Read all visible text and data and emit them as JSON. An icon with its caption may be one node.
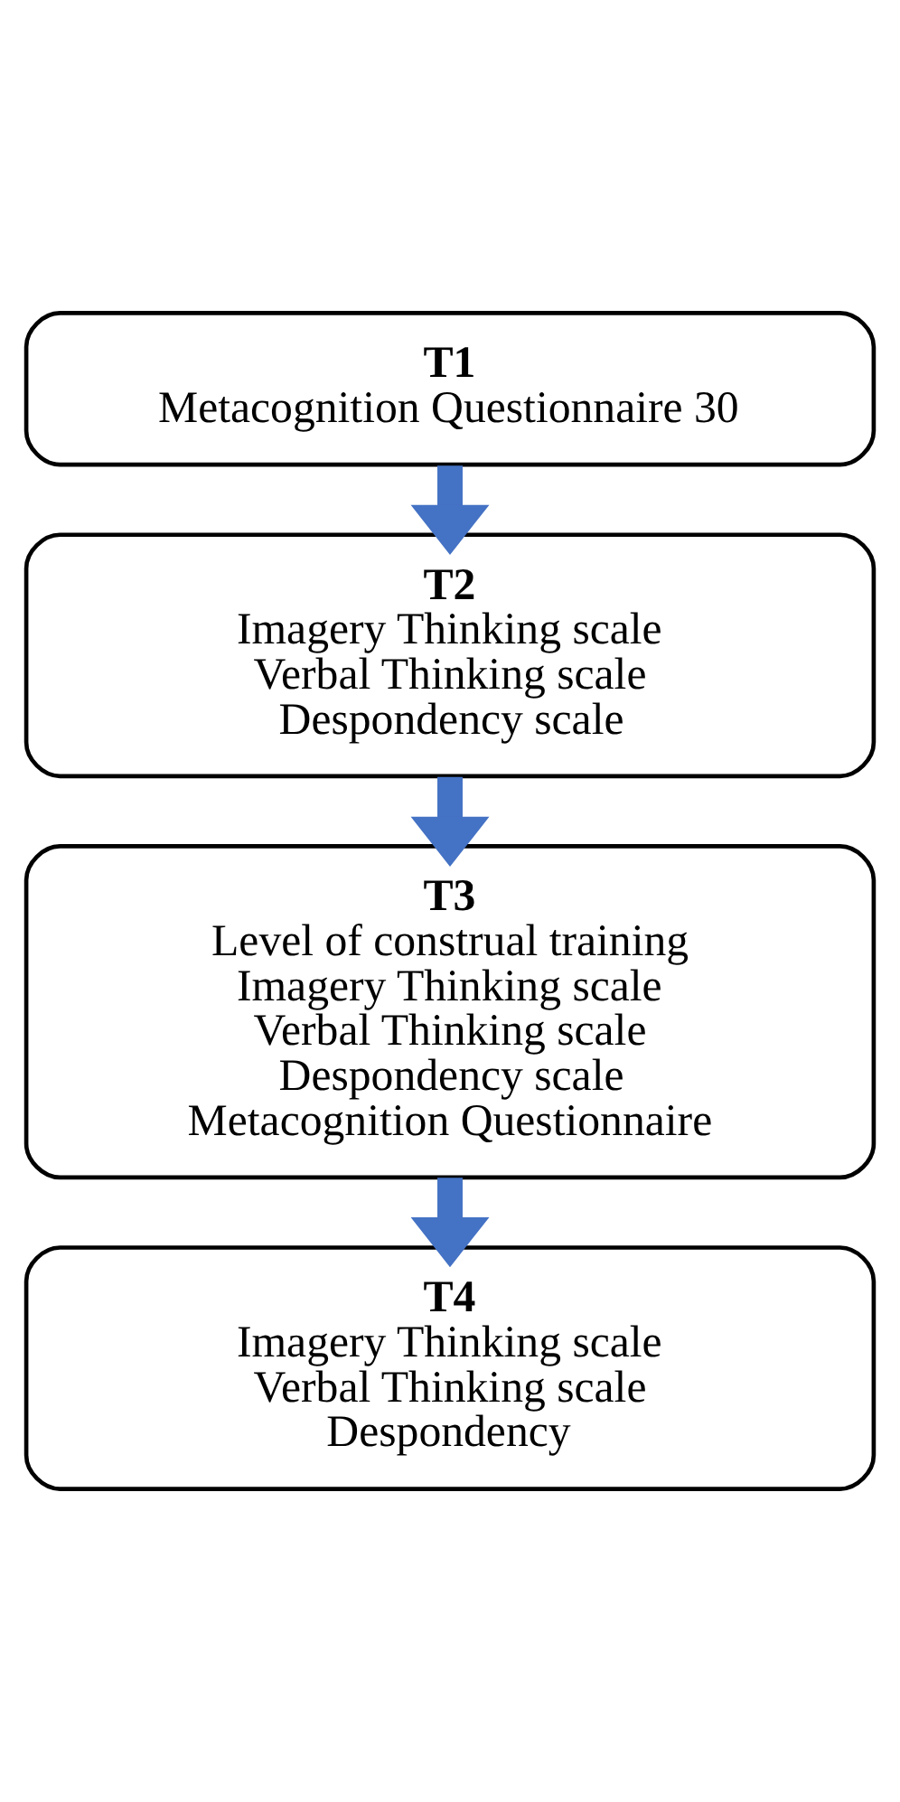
{
  "diagram": {
    "nodes": [
      {
        "text": [
          "T1",
          "Metacognition Questionnaire 30"
        ]
      },
      {
        "text": [
          "T2",
          "Imagery Thinking scale",
          "Verbal Thinking scale",
          "Despondency scale"
        ]
      },
      {
        "text": [
          "T3",
          "Level of construal training",
          "Imagery Thinking scale",
          "Verbal Thinking scale",
          "Despondency scale",
          "Metacognition Questionnaire"
        ]
      },
      {
        "text": [
          "T4",
          "Imagery Thinking scale",
          "Verbal Thinking scale",
          "Despondency"
        ]
      }
    ],
    "edges": [
      {
        "from": 0,
        "to": 1,
        "arrow": "to"
      },
      {
        "from": 1,
        "to": 2,
        "arrow": "to"
      },
      {
        "from": 2,
        "to": 3,
        "arrow": "to"
      }
    ]
  }
}
